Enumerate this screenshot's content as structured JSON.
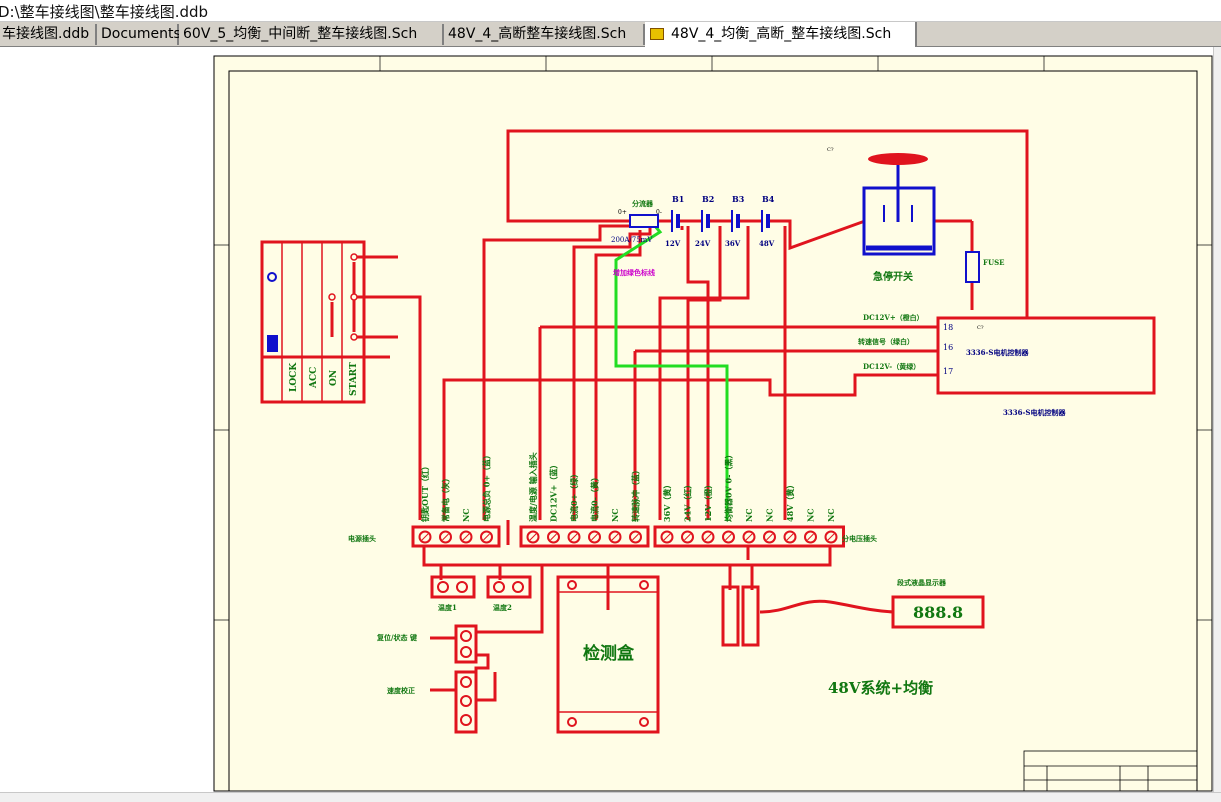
{
  "window": {
    "title": "D:\\整车接线图\\整车接线图.ddb"
  },
  "tabs": [
    {
      "label": "车接线图.ddb",
      "active": false
    },
    {
      "label": "Documents",
      "active": false
    },
    {
      "label": "60V_5_均衡_中间断_整车接线图.Sch",
      "active": false
    },
    {
      "label": "48V_4_高断整车接线图.Sch",
      "active": false
    },
    {
      "label": "48V_4_均衡_高断_整车接线图.Sch",
      "active": true
    }
  ],
  "colors": {
    "wire": "#e0141e",
    "sheet": "#fffde6",
    "text_green": "#117711",
    "text_blue": "#000080",
    "component_blue": "#1010cc",
    "green_wire": "#22dd22",
    "magenta": "#cc00cc"
  },
  "schematic": {
    "shunt": {
      "label": "分流器",
      "rating": "200A/75mV",
      "plus": "0+",
      "minus": "0-"
    },
    "green_note": "增加绿色标线",
    "batteries": [
      {
        "name": "B1",
        "voltage": "12V"
      },
      {
        "name": "B2",
        "voltage": "24V"
      },
      {
        "name": "B3",
        "voltage": "36V"
      },
      {
        "name": "B4",
        "voltage": "48V"
      }
    ],
    "estop": {
      "label": "急停开关"
    },
    "fuse": {
      "label": "FUSE"
    },
    "controller": {
      "name": "3336-S电机控制器",
      "caption": "3336-S电机控制器",
      "pins": [
        {
          "num": "18",
          "label": "DC12V+（橙白）"
        },
        {
          "num": "16",
          "label": "转速信号（绿白）"
        },
        {
          "num": "17",
          "label": "DC12V-（黄绿）"
        }
      ]
    },
    "key_switch": {
      "positions": [
        "LOCK",
        "ACC",
        "ON",
        "START"
      ]
    },
    "terminals": {
      "power": {
        "label": "电源插头",
        "pins": [
          "钥匙OUT（红）",
          "常备电（灰）",
          "NC",
          "电源总负 0+（蓝）"
        ]
      },
      "mid": {
        "pins": [
          "温度/电源 输入插头",
          "DC12V+（蓝）",
          "电流0+（绿）",
          "电流0-（黄）",
          "NC",
          "转速脉冲（蓝）"
        ]
      },
      "voltage": {
        "label": "分电压插头",
        "pins": [
          "36V（黄）",
          "24V（红）",
          "12V（橙）",
          "均衡器0V 0-（黑）",
          "NC",
          "NC",
          "48V（黄）",
          "NC",
          "NC"
        ]
      }
    },
    "temp1": "温度1",
    "temp2": "温度2",
    "reset_button": "复位/状态 键",
    "speed_calib": "速度校正",
    "detection_box": "检测盒",
    "display": {
      "label": "段式液晶显示器",
      "value": "888.8"
    },
    "system_title": "48V系统+均衡"
  }
}
